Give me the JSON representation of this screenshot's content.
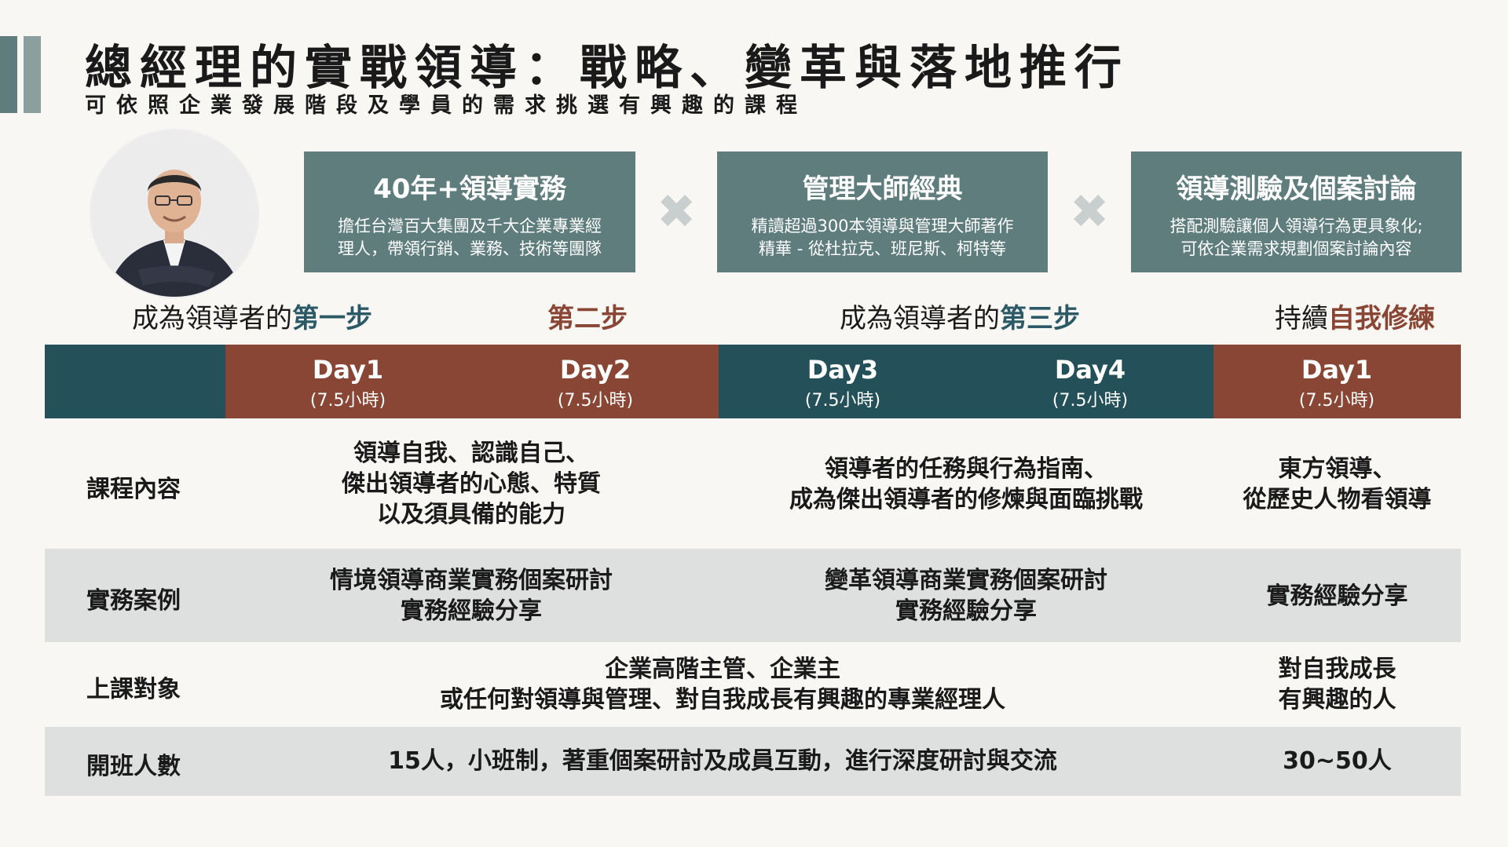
{
  "title": "總經理的實戰領導：戰略、變革與落地推行",
  "subtitle": "可依照企業發展階段及學員的需求挑選有興趣的課程",
  "colors": {
    "teal": "#5e7d7c",
    "dark_teal": "#24505a",
    "rust": "#8a4634",
    "row_gray": "#dde0df"
  },
  "features": [
    {
      "title": "40年+領導實務",
      "desc1": "擔任台灣百大集團及千大企業專業經",
      "desc2": "理人，帶領行銷、業務、技術等團隊"
    },
    {
      "title": "管理大師經典",
      "desc1": "精讀超過300本領導與管理大師著作",
      "desc2": "精華 - 從杜拉克、班尼斯、柯特等"
    },
    {
      "title": "領導測驗及個案討論",
      "desc1": "搭配測驗讓個人領導行為更具象化;",
      "desc2": "可依企業需求規劃個案討論內容"
    }
  ],
  "cross_symbol": "✖",
  "steps": {
    "s1_prefix": "成為領導者的",
    "s1_bold": "第一步",
    "s2_bold": "第二步",
    "s3_prefix": "成為領導者的",
    "s3_bold": "第三步",
    "s4_prefix": "持續",
    "s4_bold": "自我修練"
  },
  "days": [
    {
      "name": "Day1",
      "hours": "(7.5小時)"
    },
    {
      "name": "Day2",
      "hours": "(7.5小時)"
    },
    {
      "name": "Day3",
      "hours": "(7.5小時)"
    },
    {
      "name": "Day4",
      "hours": "(7.5小時)"
    },
    {
      "name": "Day1",
      "hours": "(7.5小時)"
    }
  ],
  "rows": {
    "content": {
      "label": "課程內容",
      "c1": [
        "領導自我、認識自己、",
        "傑出領導者的心態、特質",
        "以及須具備的能力"
      ],
      "c2": [
        "領導者的任務與行為指南、",
        "成為傑出領導者的修煉與面臨挑戰"
      ],
      "c3": [
        "東方領導、",
        "從歷史人物看領導"
      ]
    },
    "cases": {
      "label": "實務案例",
      "c1": [
        "情境領導商業實務個案研討",
        "實務經驗分享"
      ],
      "c2": [
        "變革領導商業實務個案研討",
        "實務經驗分享"
      ],
      "c3": [
        "實務經驗分享"
      ]
    },
    "audience": {
      "label": "上課對象",
      "c1": [
        "企業高階主管、企業主",
        "或任何對領導與管理、對自我成長有興趣的專業經理人"
      ],
      "c3": [
        "對自我成長",
        "有興趣的人"
      ]
    },
    "size": {
      "label": "開班人數",
      "c1": "15人，小班制，著重個案研討及成員互動，進行深度研討與交流",
      "c3": "30~50人"
    }
  }
}
